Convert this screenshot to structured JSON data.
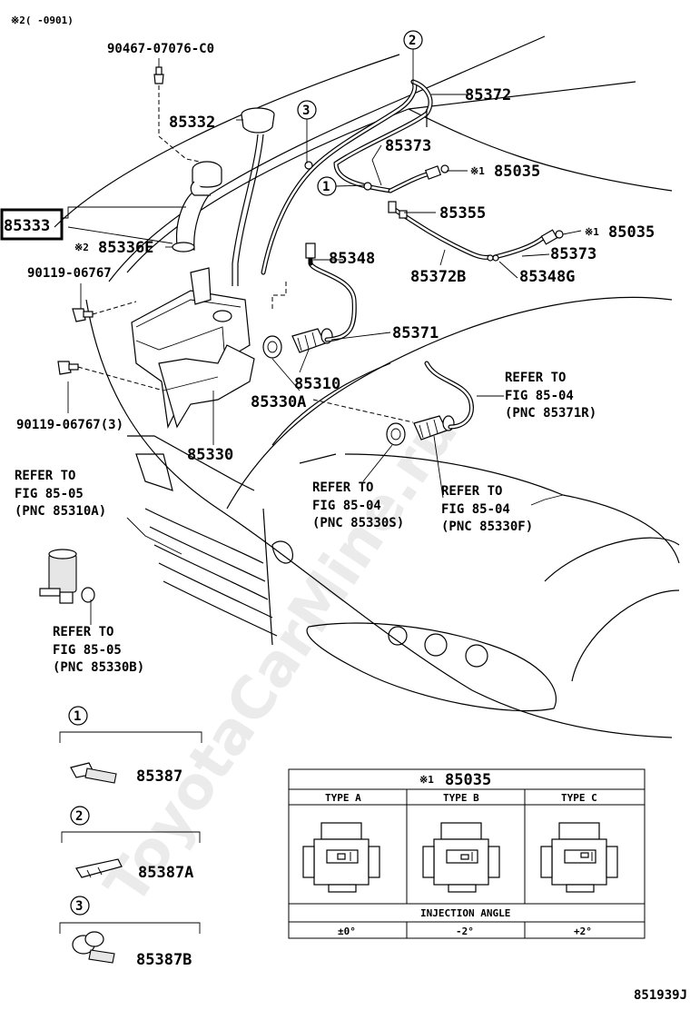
{
  "header_note": "※2(    -0901)",
  "figure_id": "851939J",
  "watermark": "ToyotaCarMine.ru",
  "highlighted_part": "85333",
  "callouts": {
    "bolt_top": "90467-07076-C0",
    "cap": "85332",
    "inlet": "85333",
    "gasket": "85336E",
    "gasket_mark": "※2",
    "bolt1": "90119-06767",
    "bolt2": "90119-06767(3)",
    "tank": "85330",
    "grommet": "85330A",
    "pump": "85310",
    "hose_main": "85371",
    "check_valve": "85348",
    "hose_upper": "85372",
    "hose_b": "85372B",
    "joint1": "85373",
    "joint2": "85373",
    "tee": "85355",
    "valve_g": "85348G",
    "nozzle1": "85035",
    "nozzle2": "85035",
    "nozzle_mark": "※1"
  },
  "refer_notes": [
    {
      "l1": "REFER TO",
      "l2": "FIG 85-04",
      "l3": "(PNC 85371R)"
    },
    {
      "l1": "REFER TO",
      "l2": "FIG 85-05",
      "l3": "(PNC 85310A)"
    },
    {
      "l1": "REFER TO",
      "l2": "FIG 85-04",
      "l3": "(PNC 85330S)"
    },
    {
      "l1": "REFER TO",
      "l2": "FIG 85-04",
      "l3": "(PNC 85330F)"
    },
    {
      "l1": "REFER TO",
      "l2": "FIG 85-05",
      "l3": "(PNC 85330B)"
    }
  ],
  "clamp_legend": [
    {
      "num": "1",
      "part": "85387"
    },
    {
      "num": "2",
      "part": "85387A"
    },
    {
      "num": "3",
      "part": "85387B"
    }
  ],
  "nozzle_table": {
    "title_mark": "※1",
    "title_part": "85035",
    "types": [
      "TYPE A",
      "TYPE B",
      "TYPE C"
    ],
    "angle_header": "INJECTION ANGLE",
    "angles": [
      "±0°",
      "-2°",
      "+2°"
    ]
  }
}
